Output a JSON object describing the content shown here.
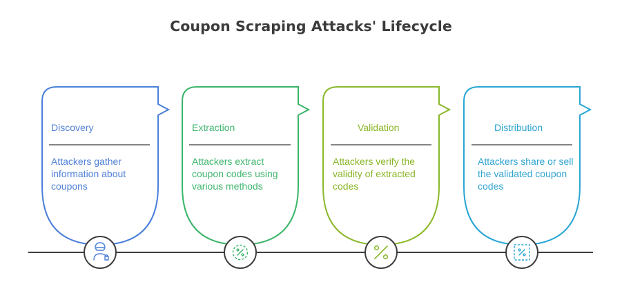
{
  "title": "Coupon Scraping Attacks' Lifecycle",
  "colors": {
    "discovery": "#4a7fd9",
    "extraction": "#3bb56a",
    "validation": "#8ab82a",
    "distribution": "#29a6d4",
    "timeline": "#3d3d3d"
  },
  "stages": [
    {
      "label": "Discovery",
      "description": "Attackers gather information about coupons",
      "icon": "hacker-icon"
    },
    {
      "label": "Extraction",
      "description": "Attackers extract coupon codes using various methods",
      "icon": "percent-badge-icon"
    },
    {
      "label": "Validation",
      "description": "Attackers verify the validity of extracted codes",
      "icon": "percent-icon"
    },
    {
      "label": "Distribution",
      "description": "Attackers share or sell the validated coupon codes",
      "icon": "coupon-percent-icon"
    }
  ]
}
